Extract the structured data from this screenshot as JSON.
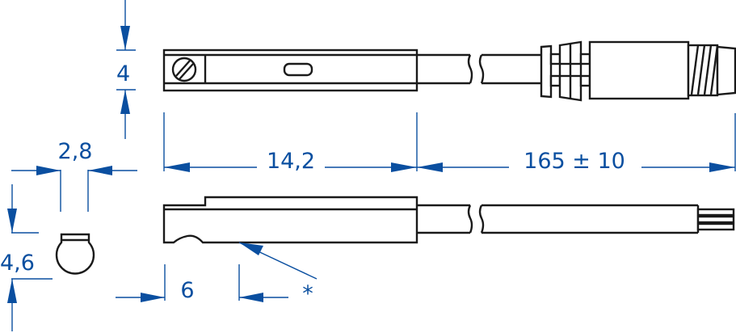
{
  "drawing": {
    "type": "technical-dimension-drawing",
    "subject": "cylinder sensor with cable and M8 connector",
    "colors": {
      "outline": "#1a1a1a",
      "dimension": "#0a4fa0",
      "background": "#ffffff"
    },
    "views": [
      "top-view",
      "side-view",
      "end-view"
    ]
  },
  "dimensions": {
    "height_top": "4",
    "end_width": "2,8",
    "end_height": "4,6",
    "body_length": "14,2",
    "cable_length": "165 ± 10",
    "sensing_point_offset": "6",
    "sensing_point_marker": "*"
  }
}
